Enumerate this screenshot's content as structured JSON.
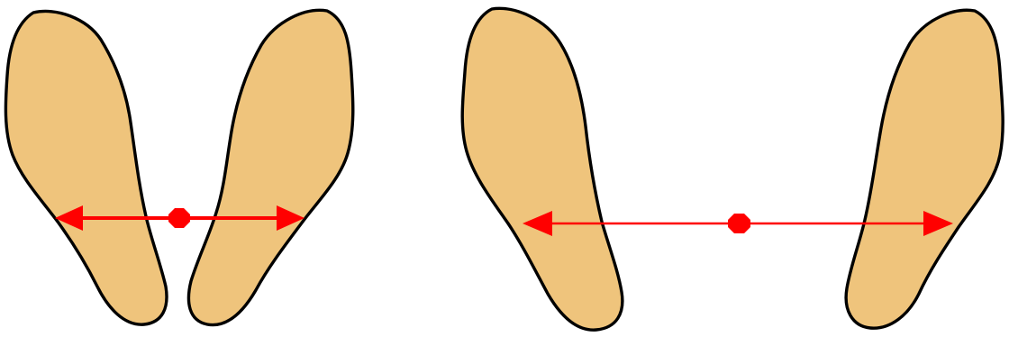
{
  "colors": {
    "background": "#ffffff",
    "foot_fill": "#efc47c",
    "foot_outline": "#000000",
    "arrow": "#ff0000"
  },
  "panels": [
    {
      "name": "narrow-stance",
      "feet": [
        "left-foot",
        "right-foot"
      ],
      "marker": "center-dot",
      "arrow": "double-headed-arrow"
    },
    {
      "name": "wide-stance",
      "feet": [
        "left-foot",
        "right-foot"
      ],
      "marker": "center-dot",
      "arrow": "double-headed-arrow"
    }
  ]
}
